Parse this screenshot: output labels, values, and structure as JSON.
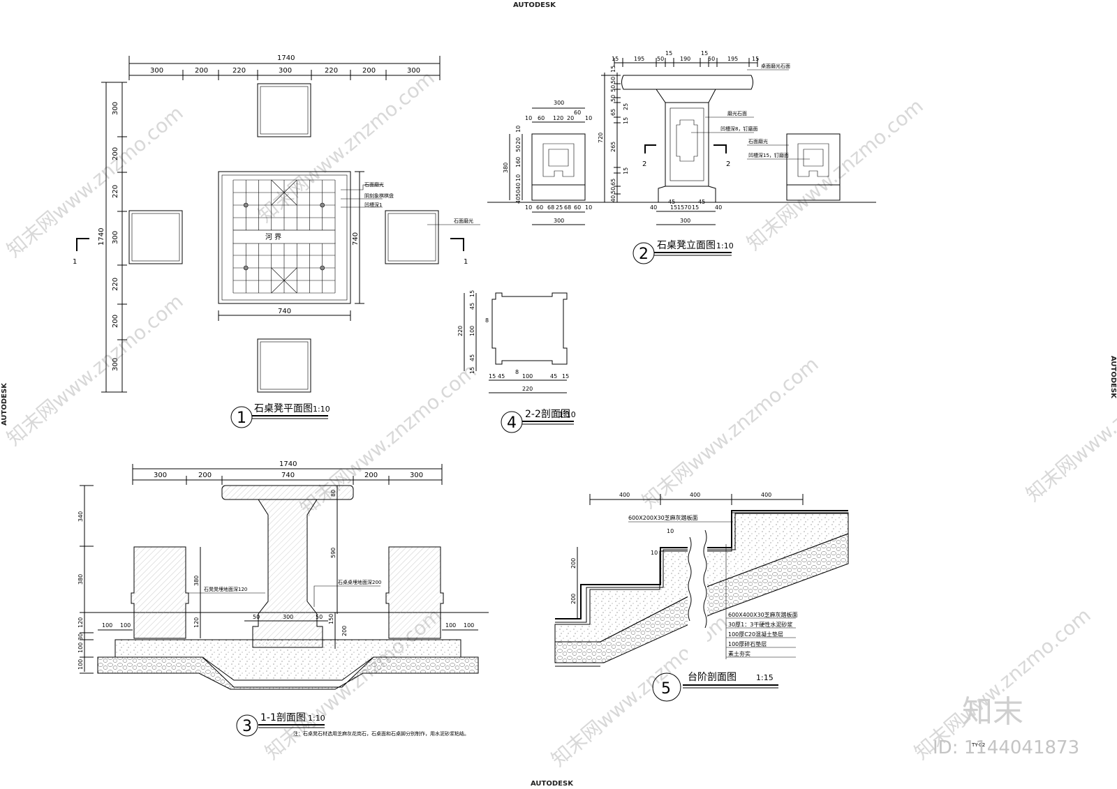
{
  "autodesk": "AUTODESK",
  "watermark": "知末网www.znzmo.com",
  "brand_logo": "知末",
  "image_id": "ID: 1144041873",
  "page_code": "TY-02",
  "plan": {
    "number": "1",
    "title": "石桌凳平面图",
    "scale": "1:10",
    "top_total": "1740",
    "top_dims": [
      "300",
      "200",
      "220",
      "300",
      "220",
      "200",
      "300"
    ],
    "left_total": "1740",
    "left_dims": [
      "300",
      "200",
      "220",
      "300",
      "220",
      "200",
      "300"
    ],
    "table_w": "740",
    "table_h": "740",
    "river": "河    界",
    "section_mark": "1",
    "notes": [
      "石面磨光",
      "阴刻象棋棋盘",
      "凹槽深1"
    ],
    "stool_note": "石面磨光"
  },
  "elev": {
    "number": "2",
    "title": "石桌凳立面图",
    "scale": "1:10",
    "top_dims": [
      "15",
      "195",
      "50",
      "15",
      "190",
      "15",
      "50",
      "195",
      "15"
    ],
    "top_note": "桌面磨光石面",
    "right_dims": [
      "15",
      "50",
      "50",
      "50",
      "25",
      "65",
      "15",
      "265",
      "15",
      "65",
      "50",
      "40"
    ],
    "total_h": "720",
    "section_mark": "2",
    "notes": [
      "磨光石面",
      "凹槽深8，钉磨面",
      "石面磨光",
      "凹槽深15，钉磨面"
    ],
    "stool_top": [
      "300",
      "10",
      "60",
      "120",
      "20",
      "60",
      "10"
    ],
    "stool_left": [
      "10",
      "20",
      "50",
      "160",
      "10",
      "40",
      "50",
      "40"
    ],
    "stool_h": "380",
    "stool_bottom": [
      "10",
      "60",
      "68",
      "25",
      "68",
      "60",
      "10"
    ],
    "stool_w": "300",
    "table_bottom": [
      "40",
      "45",
      "15",
      "15",
      "70",
      "15",
      "45",
      "40"
    ],
    "table_bw": "300"
  },
  "sect22": {
    "number": "4",
    "title": "2-2剖面图",
    "scale": "1:10",
    "left": [
      "15",
      "45",
      "100",
      "45",
      "15"
    ],
    "total": "220",
    "small": "8",
    "bottom": [
      "15",
      "45",
      "100",
      "45",
      "15"
    ],
    "bottom_total": "220"
  },
  "sect11": {
    "number": "3",
    "title": "1-1剖面图",
    "scale": "1:10",
    "top_total": "1740",
    "top_dims": [
      "300",
      "200",
      "740",
      "200",
      "300"
    ],
    "left_dims": [
      "340",
      "380",
      "120",
      "30",
      "100",
      "100"
    ],
    "h80": "80",
    "h590": "590",
    "h380": "380",
    "h120": "120",
    "h150": "150",
    "h200": "200",
    "base": [
      "100",
      "100",
      "50",
      "300",
      "50",
      "100",
      "100"
    ],
    "notes": [
      "石凳凳埋地面深120",
      "石桌桌埋地面深200"
    ],
    "footnote": "注：石桌凳石材选用芝麻灰花岗石，石桌面和石桌脚分别制作，用水泥砂浆粘结。"
  },
  "stair": {
    "number": "5",
    "title": "台阶剖面图",
    "scale": "1:15",
    "top_dims": [
      "400",
      "400",
      "400"
    ],
    "note_top": "600X200X30芝麻灰踏板面",
    "d10a": "10",
    "d10b": "10",
    "h200a": "200",
    "h200b": "200",
    "layers": [
      "600X400X30芝麻灰踏板面",
      "30厚1：3干硬性水泥砂浆",
      "100厚C20混凝土垫层",
      "100厚碎石垫层",
      "素土夯实"
    ]
  }
}
